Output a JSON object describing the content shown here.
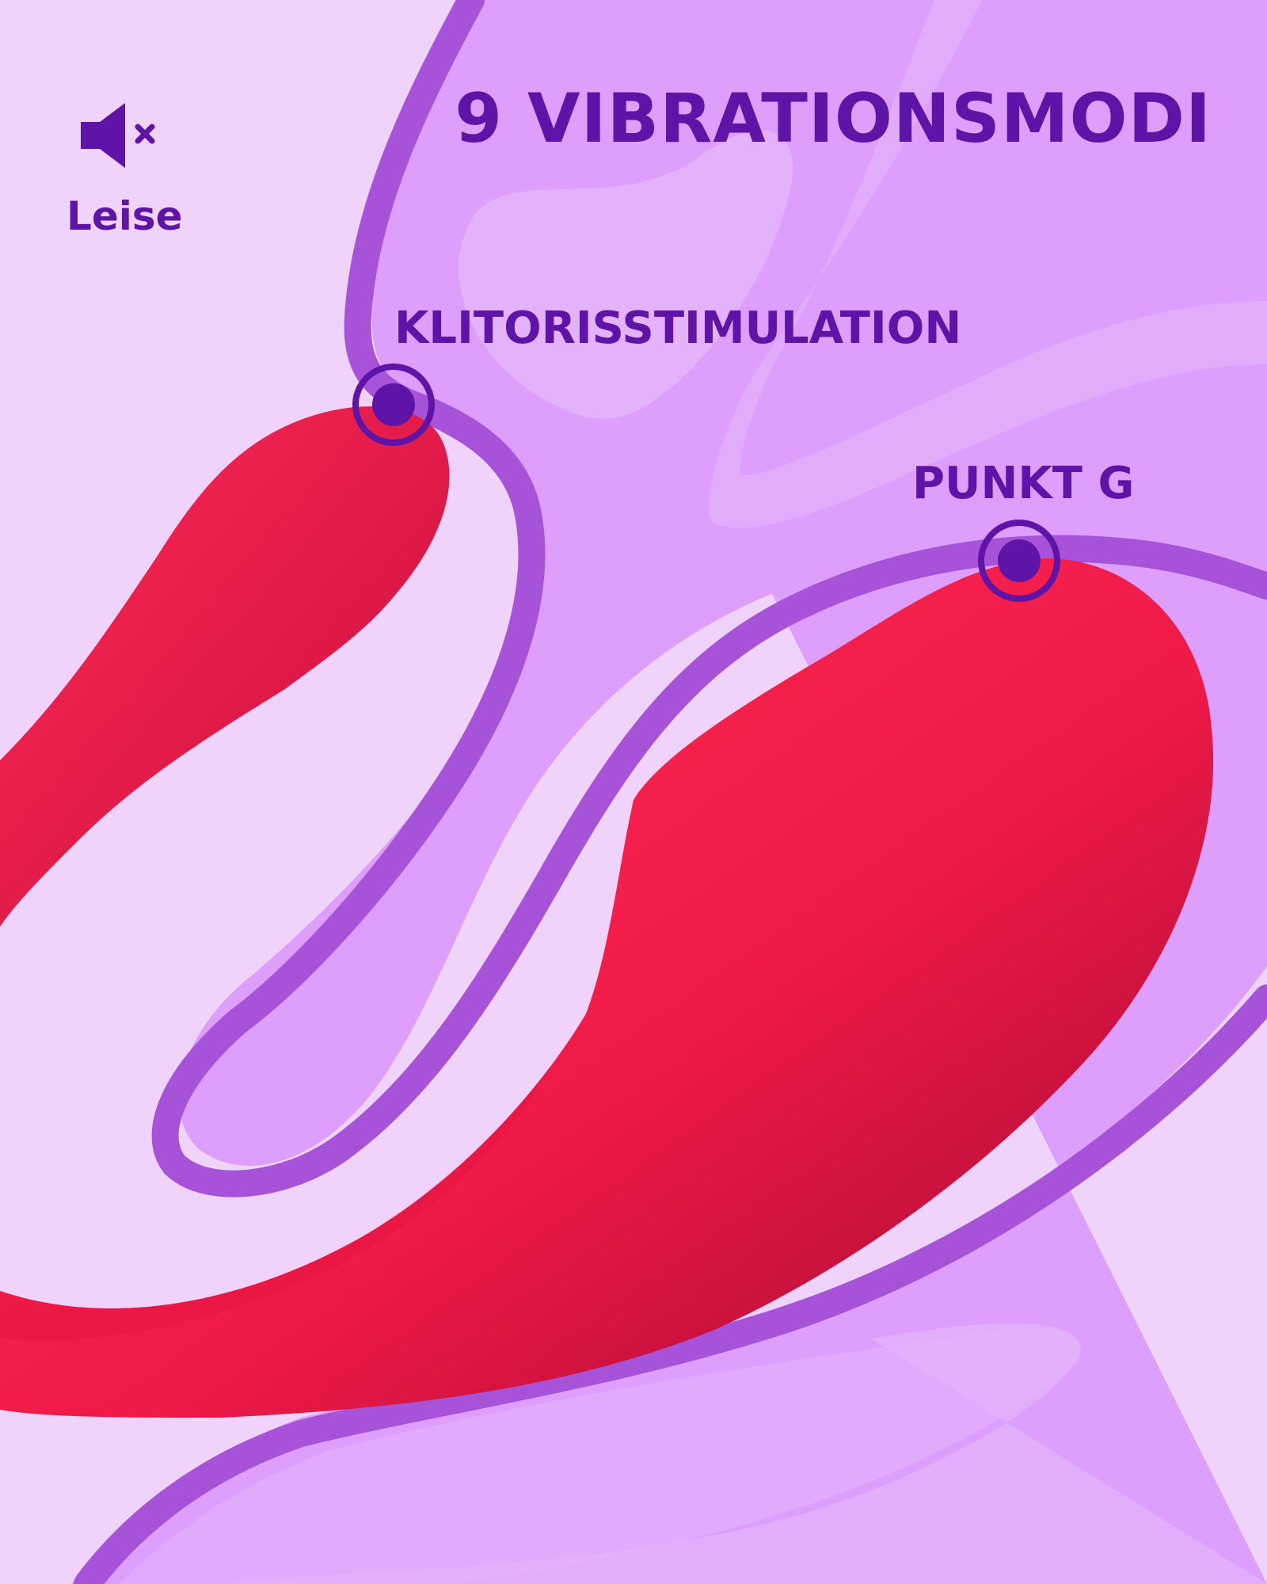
{
  "title": "9 VIBRATIONSMODI",
  "silent": {
    "label": "Leise",
    "icon": "speaker-muted-icon"
  },
  "hotspots": [
    {
      "label": "KLITORISSTIMULATION"
    },
    {
      "label": "PUNKT G"
    }
  ],
  "colors": {
    "background": "#efd3fb",
    "blob": "#dd9ffb",
    "blob_light": "#e4b2fb",
    "outline": "#a653d9",
    "accent": "#5f14a8",
    "product": "#f01a48"
  }
}
